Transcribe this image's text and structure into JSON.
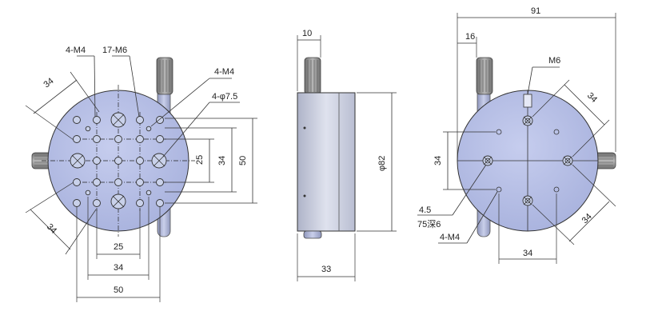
{
  "colors": {
    "plate": "#b3bde4",
    "plate_dark": "#9aa5d2",
    "plate_light": "#d2d8f1",
    "body_side": "#c8cde0",
    "knob": "#8c8c8c",
    "line": "#333333"
  },
  "front_view": {
    "label_4m4_top": "4-M4",
    "label_17m6": "17-M6",
    "label_4m4_right": "4-M4",
    "label_4phi": "4-φ7.5",
    "dim_34_upper_left": "34",
    "dim_34_lower_left": "34",
    "dim_25_right": "25",
    "dim_34_right": "34",
    "dim_50_right": "50",
    "dim_25_bottom": "25",
    "dim_34_bottom": "34",
    "dim_50_bottom": "50"
  },
  "side_view": {
    "dim_10": "10",
    "dim_phi82": "φ82",
    "dim_33": "33"
  },
  "back_view": {
    "dim_91": "91",
    "dim_16": "16",
    "label_m6": "M6",
    "dim_34_upper_right": "34",
    "dim_34_left": "34",
    "dim_34_lower_right": "34",
    "dim_34_bottom": "34",
    "label_4_5": "4.5",
    "label_75_depth": "75深6",
    "label_4m4": "4-M4"
  }
}
